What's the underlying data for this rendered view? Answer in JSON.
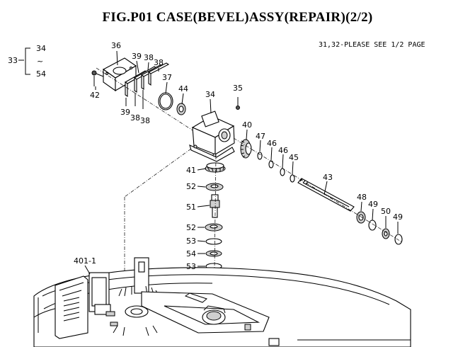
{
  "title": "FIG.P01  CASE(BEVEL)ASSY(REPAIR)(2/2)",
  "note": "31,32-PLEASE SEE 1/2 PAGE",
  "group": {
    "label": "33",
    "from": "34",
    "tilde": "~",
    "to": "54"
  },
  "callouts": {
    "p36": "36",
    "p42": "42",
    "p39a": "39",
    "p38a": "38",
    "p38b": "38",
    "p37": "37",
    "p39b": "39",
    "p38c": "38",
    "p38d": "38",
    "p44": "44",
    "p34": "34",
    "p35": "35",
    "p40": "40",
    "p47": "47",
    "p46a": "46",
    "p46b": "46",
    "p45": "45",
    "p43": "43",
    "p41": "41",
    "p52a": "52",
    "p51": "51",
    "p52b": "52",
    "p53a": "53",
    "p54": "54",
    "p53b": "53",
    "p48": "48",
    "p49a": "49",
    "p50": "50",
    "p49b": "49",
    "p401": "401-1"
  }
}
